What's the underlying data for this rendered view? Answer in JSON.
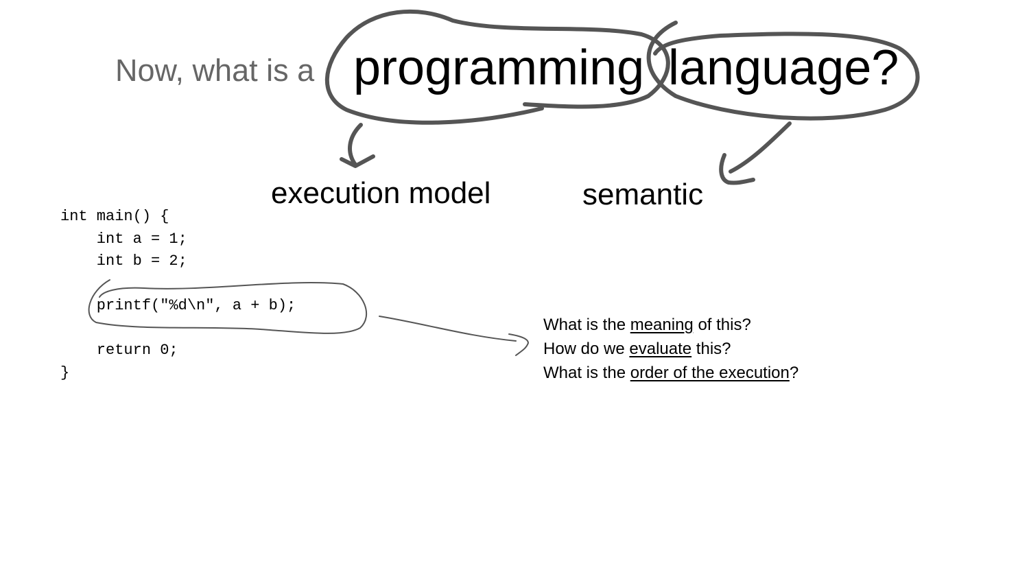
{
  "title": {
    "prefix": "Now, what is a",
    "word1": "programming",
    "word2": "language?"
  },
  "labels": {
    "execution_model": "execution model",
    "semantic": "semantic"
  },
  "code": {
    "lines": [
      "int main() {",
      "    int a = 1;",
      "    int b = 2;",
      "",
      "    printf(\"%d\\n\", a + b);",
      "",
      "    return 0;",
      "}"
    ]
  },
  "questions": [
    {
      "pre": "What is the ",
      "em": "meaning",
      "post": " of this?"
    },
    {
      "pre": "How do we ",
      "em": "evaluate",
      "post": " this?"
    },
    {
      "pre": "What is the ",
      "em": "order of the execution",
      "post": "?"
    }
  ],
  "colors": {
    "ink_thick": "#555555",
    "ink_thin": "#555555",
    "muted_text": "#666666"
  }
}
